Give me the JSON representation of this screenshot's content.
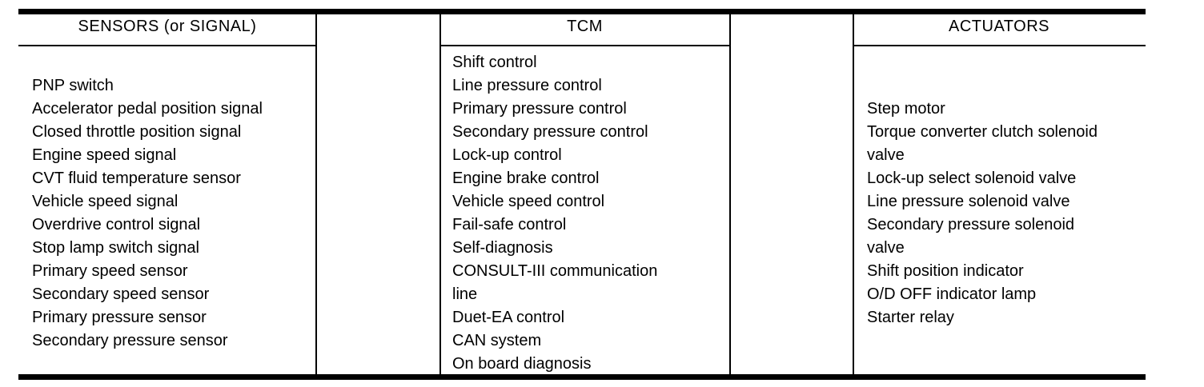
{
  "colors": {
    "ink": "#000000",
    "background": "#ffffff"
  },
  "table": {
    "columns": [
      {
        "header": "SENSORS (or SIGNAL)",
        "lines": [
          "PNP switch",
          "Accelerator pedal position signal",
          "Closed throttle position signal",
          "Engine speed signal",
          "CVT fluid temperature sensor",
          "Vehicle speed signal",
          "Overdrive control signal",
          "Stop lamp switch signal",
          "Primary speed sensor",
          "Secondary speed sensor",
          "Primary pressure sensor",
          "Secondary pressure sensor"
        ]
      },
      {
        "header": "TCM",
        "lines": [
          "Shift control",
          "Line pressure control",
          "Primary pressure control",
          "Secondary pressure control",
          "Lock-up control",
          "Engine brake control",
          "Vehicle speed control",
          "Fail-safe control",
          "Self-diagnosis",
          "CONSULT-III communication",
          "line",
          "Duet-EA control",
          "CAN system",
          "On board diagnosis"
        ]
      },
      {
        "header": "ACTUATORS",
        "lines": [
          "Step motor",
          "Torque converter clutch solenoid",
          "valve",
          "Lock-up select solenoid valve",
          "Line pressure solenoid valve",
          "Secondary pressure solenoid",
          "valve",
          "Shift position indicator",
          "O/D OFF indicator lamp",
          "Starter relay"
        ]
      }
    ]
  }
}
